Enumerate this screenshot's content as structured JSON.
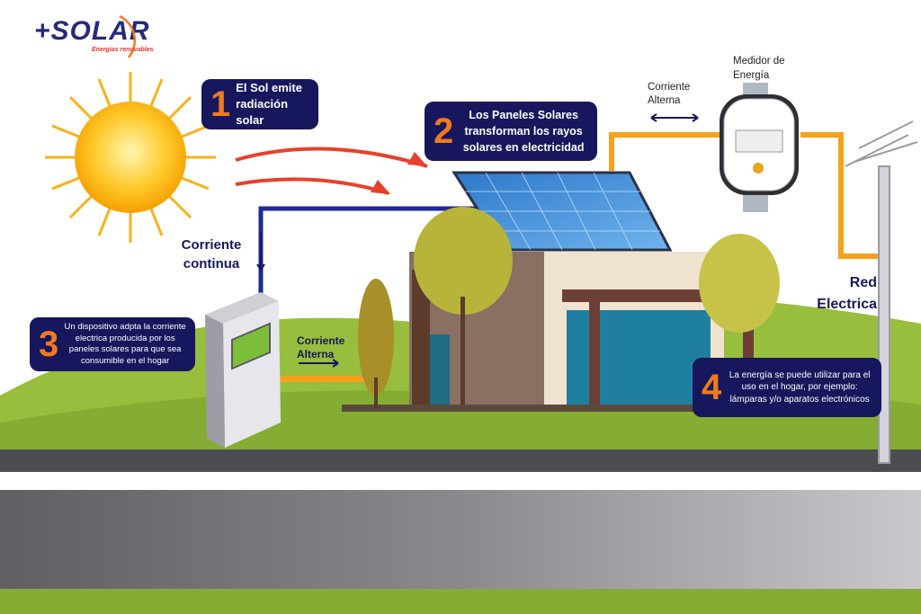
{
  "logo": {
    "brand": "+SOLAR",
    "tagline": "Energias renovables"
  },
  "steps": [
    {
      "number": "1",
      "text": "El Sol emite radiación solar"
    },
    {
      "number": "2",
      "text": "Los Paneles Solares transforman los rayos solares en electricidad"
    },
    {
      "number": "3",
      "text": "Un dispositivo adpta la corriente electrica producida por los paneles solares para que sea consumible en el hogar"
    },
    {
      "number": "4",
      "text": "La energía se puede utilizar para el uso en el hogar, por ejemplo: lámparas y/o aparatos electrónicos"
    }
  ],
  "labels": {
    "dc_current": "Corriente continua",
    "ac_current_inverter": "Corriente Alterna",
    "ac_current_meter": "Corriente Alterna",
    "meter": "Medidor de Energía",
    "grid": "Red Electrica"
  },
  "colors": {
    "navy": "#16175c",
    "orange": "#f07a1e",
    "dc_wire": "#1c2a96",
    "ac_wire": "#f5a11c",
    "grass": "#8fb83a"
  }
}
